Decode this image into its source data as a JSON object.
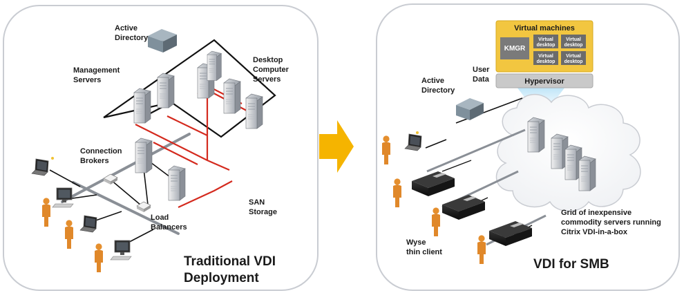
{
  "left_panel": {
    "title_line1": "Traditional VDI",
    "title_line2": "Deployment",
    "labels": {
      "active_directory": [
        "Active",
        "Directory"
      ],
      "management_servers": [
        "Management",
        "Servers"
      ],
      "desktop_servers": [
        "Desktop",
        "Computer",
        "Servers"
      ],
      "connection_brokers": [
        "Connection",
        "Brokers"
      ],
      "load_balancers": [
        "Load",
        "Balancers"
      ],
      "san_storage": [
        "SAN",
        "Storage"
      ]
    }
  },
  "right_panel": {
    "title": "VDI for SMB",
    "labels": {
      "active_directory": [
        "Active",
        "Directory"
      ],
      "user_data": [
        "User",
        "Data"
      ],
      "wyse_client": [
        "Wyse",
        "thin client"
      ],
      "grid": [
        "Grid of inexpensive",
        "commodity servers running",
        "Citrix VDI-in-a-box"
      ]
    },
    "vm_box": {
      "title": "Virtual machines",
      "kmgr": "KMGR",
      "vdesk": [
        "Virtual",
        "desktop"
      ],
      "hypervisor": "Hypervisor"
    }
  },
  "colors": {
    "red_link": "#d42a1e",
    "arrow": "#f5b400",
    "vm_yellow": "#f2c640",
    "hypervisor": "#c9c9c9"
  }
}
